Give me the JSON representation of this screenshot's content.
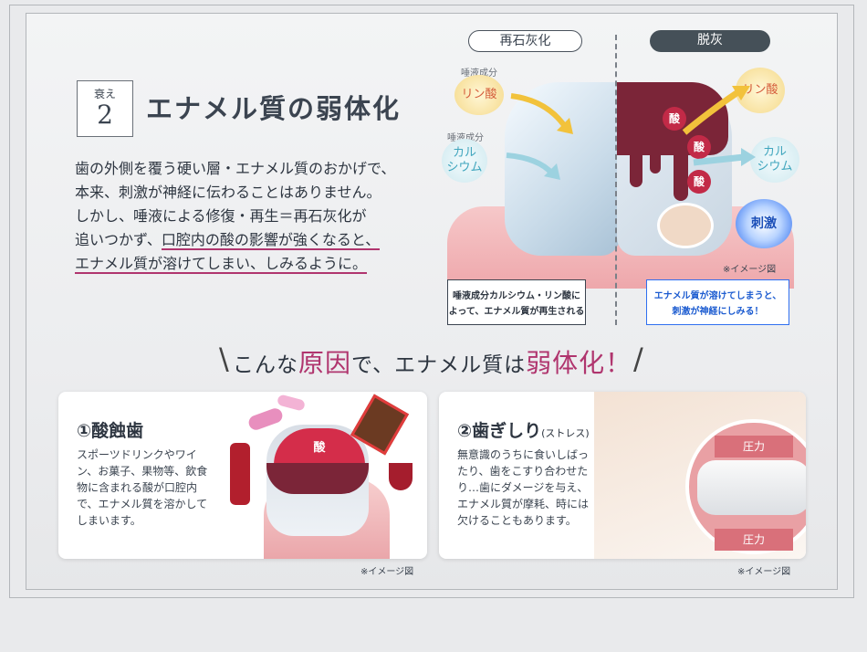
{
  "badge": {
    "label": "衰え",
    "number": "2"
  },
  "title": "エナメル質の弱体化",
  "intro": {
    "line1": "歯の外側を覆う硬い層・エナメル質のおかげで、",
    "line2": "本来、刺激が神経に伝わることはありません。",
    "line3": "しかし、唾液による修復・再生＝再石灰化が",
    "line4_plain": "追いつかず、",
    "line4_ul": "口腔内の酸の影響が強くなると、",
    "line5_ul": "エナメル質が溶けてしまい、しみるように。"
  },
  "diagram": {
    "left_label": "再石灰化",
    "right_label": "脱灰",
    "saliva_label_1": "唾液成分",
    "saliva_label_2": "唾液成分",
    "phosphate": "リン酸",
    "calcium_1": "カル",
    "calcium_2": "シウム",
    "acid": "酸",
    "stimulus": "刺激",
    "image_note": "※イメージ図",
    "left_box_1": "唾液成分カルシウム・リン酸に",
    "left_box_2": "よって、エナメル質が再生される",
    "right_box_1": "エナメル質が溶けてしまうと、",
    "right_box_2": "刺激が神経にしみる！"
  },
  "headline": {
    "part1": "こんな",
    "accent1": "原因",
    "part2": "で、エナメル質は",
    "accent2": "弱体化",
    "part3": "！"
  },
  "cards": [
    {
      "title": "①酸蝕歯",
      "lines": [
        "スポーツドリンクやワイ",
        "ン、お菓子、果物等、飲食",
        "物に含まれる酸が口腔内",
        "で、エナメル質を溶かして",
        "しまいます。"
      ],
      "acid": "酸",
      "caption": "※イメージ図"
    },
    {
      "title": "②歯ぎしり",
      "subtitle": "(ストレス)",
      "lines": [
        "無意識のうちに食いしばっ",
        "たり、歯をこすり合わせた",
        "り…歯にダメージを与え、",
        "エナメル質が摩耗、時には",
        "欠けることもあります。"
      ],
      "pressure": "圧力",
      "caption": "※イメージ図"
    }
  ],
  "colors": {
    "accent": "#b0356e",
    "decay": "#7b2538",
    "blue": "#2f6ff0"
  }
}
